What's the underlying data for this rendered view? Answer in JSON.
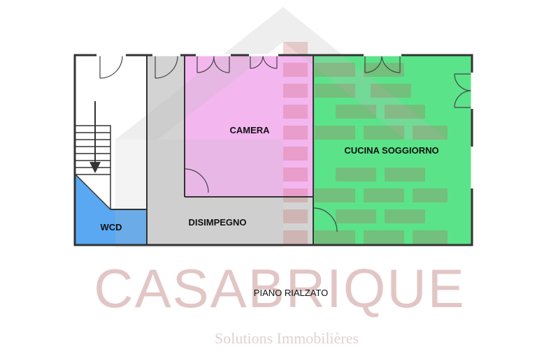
{
  "rooms": {
    "wcd": "WCD",
    "disimpegno": "DISIMPEGNO",
    "camera": "CAMERA",
    "cucina_soggiorno": "CUCINA SOGGIORNO"
  },
  "floor_label": "PIANO RIALZATO",
  "watermark": {
    "brand": "CASABRIQUE",
    "tagline": "Solutions Immobilières"
  },
  "colors": {
    "wcd": "#5aa8f2",
    "disimpegno": "#d3d3d3",
    "camera": "#f3b6ef",
    "cucina_soggiorno": "#5be38a",
    "stair_area": "#ffffff",
    "walls": "#333333",
    "watermark": "#d9b3b3"
  }
}
